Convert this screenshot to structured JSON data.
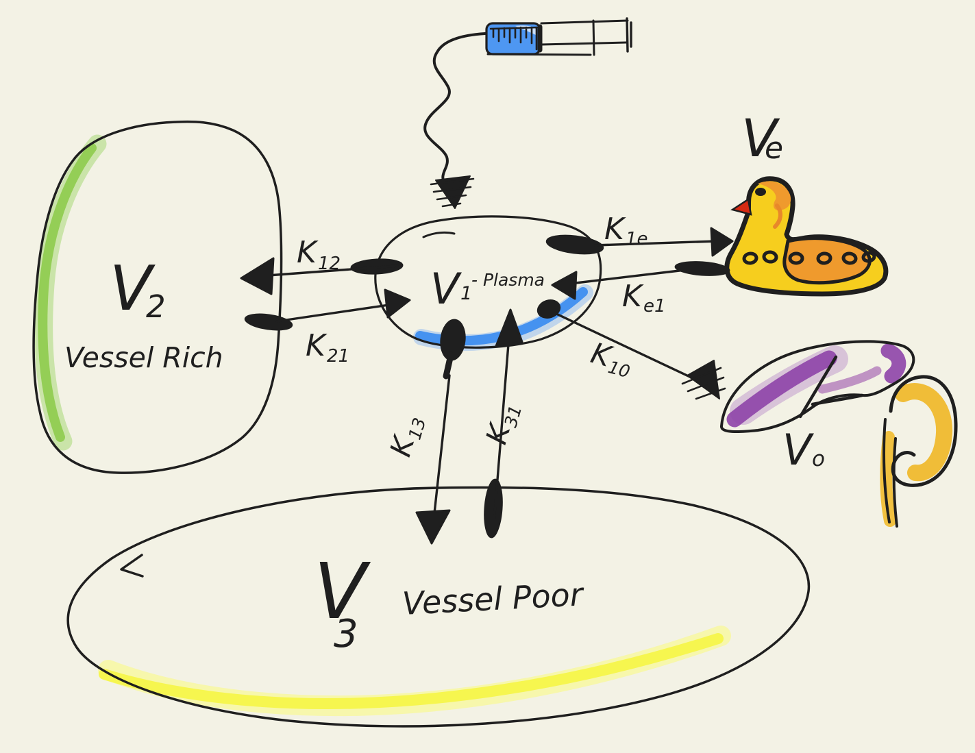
{
  "canvas": {
    "background_color": "#f3f2e5",
    "ink_color": "#1f1f1f"
  },
  "colors": {
    "v2_highlight_green": "#8ecb4c",
    "v1_highlight_blue": "#3e8ef0",
    "v3_highlight_yellow": "#f6f64a",
    "liver_purple": "#8e44a8",
    "kidney_gold": "#f0b929",
    "duck_yellow": "#f6ce1e",
    "duck_orange": "#ef9a2d",
    "beak_red": "#d62a12",
    "syringe_blue": "#4e97f2"
  },
  "labels": {
    "v1": {
      "main": "V",
      "sub": "1",
      "suffix": "- Plasma"
    },
    "v2": {
      "main": "V",
      "sub": "2",
      "name": "Vessel Rich"
    },
    "v3": {
      "main": "V",
      "sub": "3",
      "name": "Vessel Poor"
    },
    "ve": {
      "main": "V",
      "sub": "e"
    },
    "vo": {
      "main": "V",
      "sub": "o"
    },
    "k12": {
      "main": "K",
      "sub": "12"
    },
    "k21": {
      "main": "K",
      "sub": "21"
    },
    "k1e": {
      "main": "K",
      "sub": "1e"
    },
    "ke1": {
      "main": "K",
      "sub": "e1"
    },
    "k10": {
      "main": "K",
      "sub": "10"
    },
    "k13": {
      "main": "K",
      "sub": "13"
    },
    "k31": {
      "main": "K",
      "sub": "31"
    }
  },
  "icons": {
    "injection": "syringe-icon",
    "effect_site": "duck-icon",
    "elimination_organs": [
      "liver-icon",
      "kidney-icon"
    ]
  }
}
